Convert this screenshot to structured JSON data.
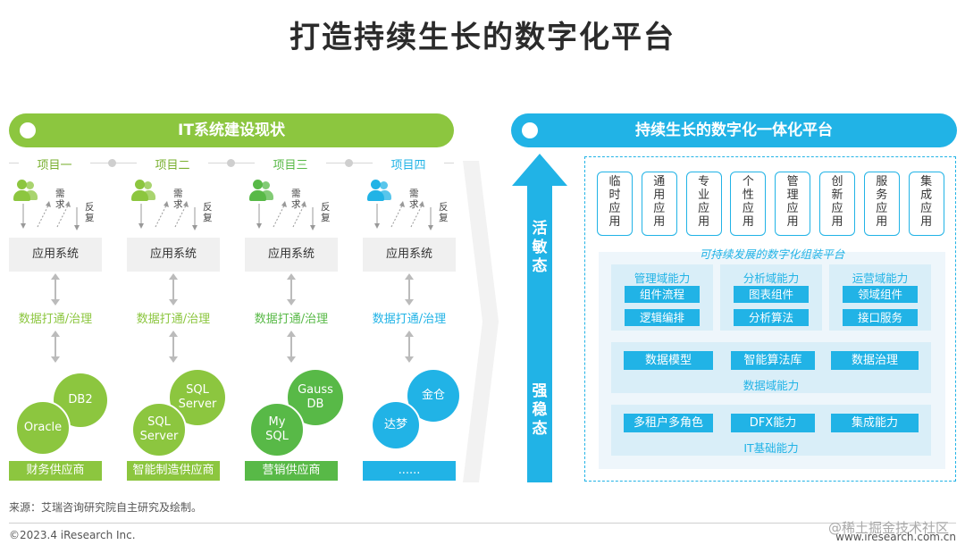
{
  "title": "打造持续生长的数字化平台",
  "left": {
    "header": "IT系统建设现状",
    "projects": [
      {
        "name": "项目一",
        "demand": "需求",
        "feedback": "反复",
        "app": "应用系统",
        "data": "数据打通/治理",
        "circles": [
          "DB2",
          "Oracle"
        ],
        "vendor": "财务供应商",
        "color": "#8cc63f"
      },
      {
        "name": "项目二",
        "demand": "需求",
        "feedback": "反复",
        "app": "应用系统",
        "data": "数据打通/治理",
        "circles": [
          "SQL Server",
          "SQL Server"
        ],
        "vendor": "智能制造供应商",
        "color": "#8cc63f"
      },
      {
        "name": "项目三",
        "demand": "需求",
        "feedback": "反复",
        "app": "应用系统",
        "data": "数据打通/治理",
        "circles": [
          "Gauss DB",
          "My SQL"
        ],
        "vendor": "营销供应商",
        "color": "#58b947"
      },
      {
        "name": "项目四",
        "demand": "需求",
        "feedback": "反复",
        "app": "应用系统",
        "data": "数据打通/治理",
        "circles": [
          "金仓",
          "达梦"
        ],
        "vendor": "......",
        "color": "#21b3e6"
      }
    ]
  },
  "arrow": {
    "top": "活敏态",
    "bottom": "强稳态"
  },
  "right": {
    "header": "持续生长的数字化一体化平台",
    "apps": [
      "临时应用",
      "通用应用",
      "专业应用",
      "个性应用",
      "管理应用",
      "创新应用",
      "服务应用",
      "集成应用"
    ],
    "platform_label": "可持续发展的数字化组装平台",
    "capabilities": [
      {
        "title": "管理域能力",
        "items": [
          "组件流程",
          "逻辑编排"
        ]
      },
      {
        "title": "分析域能力",
        "items": [
          "图表组件",
          "分析算法"
        ]
      },
      {
        "title": "运营域能力",
        "items": [
          "领域组件",
          "接口服务"
        ]
      }
    ],
    "data_items": [
      "数据模型",
      "智能算法库",
      "数据治理"
    ],
    "data_label": "数据域能力",
    "it_items": [
      "多租户多角色",
      "DFX能力",
      "集成能力"
    ],
    "it_label": "IT基础能力"
  },
  "source": "来源：艾瑞咨询研究院自主研究及绘制。",
  "copyright": "©2023.4 iResearch Inc.",
  "website": "www.iresearch.com.cn",
  "watermark": "@稀土掘金技术社区"
}
